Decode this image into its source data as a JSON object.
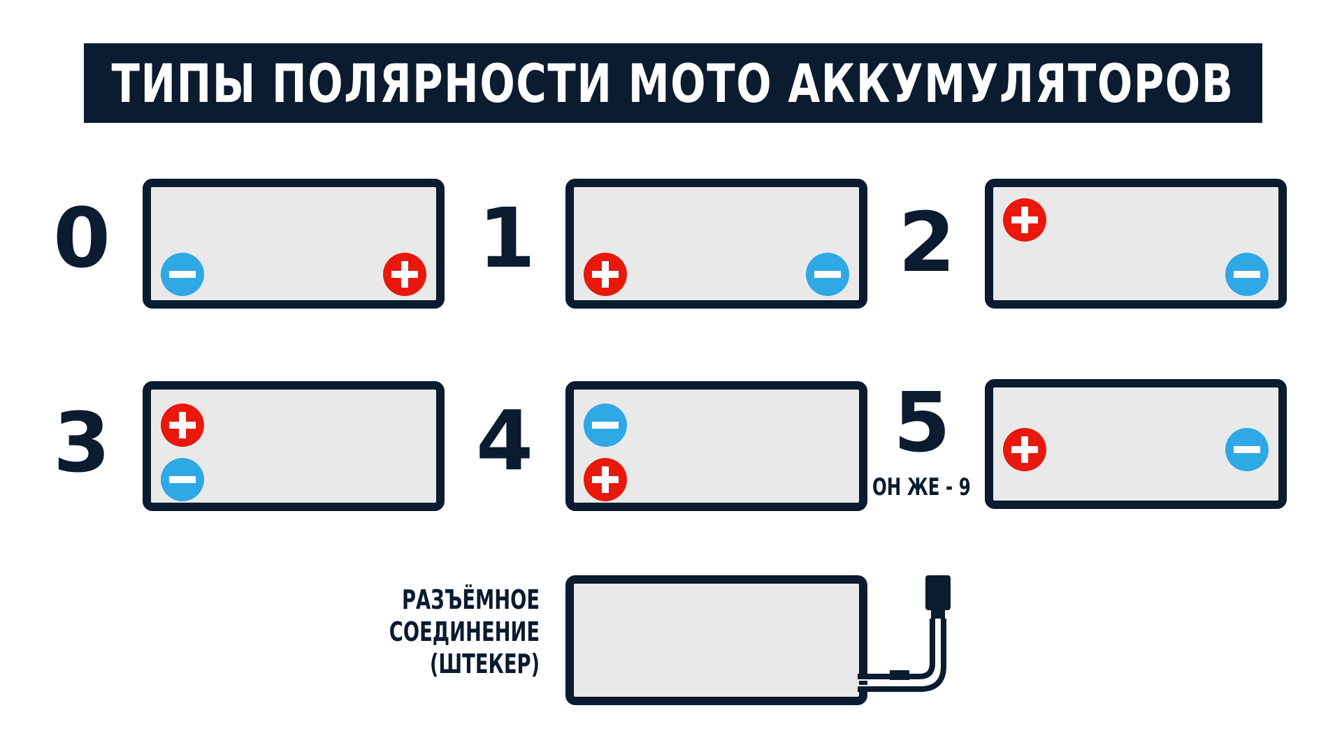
{
  "title": "ТИПЫ ПОЛЯРНОСТИ МОТО АККУМУЛЯТОРОВ",
  "colors": {
    "navy": "#0b1b30",
    "box_fill": "#e9e9e9",
    "positive_red": "#e8180c",
    "negative_blue": "#2fa8e6"
  },
  "polarities": [
    {
      "number": "0",
      "terminals": [
        {
          "sign": "minus",
          "position": "bottom-left"
        },
        {
          "sign": "plus",
          "position": "bottom-right"
        }
      ]
    },
    {
      "number": "1",
      "terminals": [
        {
          "sign": "plus",
          "position": "bottom-left"
        },
        {
          "sign": "minus",
          "position": "bottom-right"
        }
      ]
    },
    {
      "number": "2",
      "terminals": [
        {
          "sign": "plus",
          "position": "top-left"
        },
        {
          "sign": "minus",
          "position": "bottom-right"
        }
      ]
    },
    {
      "number": "3",
      "terminals": [
        {
          "sign": "plus",
          "position": "top-left"
        },
        {
          "sign": "minus",
          "position": "bottom-left"
        }
      ]
    },
    {
      "number": "4",
      "terminals": [
        {
          "sign": "minus",
          "position": "top-left"
        },
        {
          "sign": "plus",
          "position": "bottom-left"
        }
      ]
    },
    {
      "number": "5",
      "note": "ОН ЖЕ - 9",
      "terminals": [
        {
          "sign": "plus",
          "position": "middle-left"
        },
        {
          "sign": "minus",
          "position": "middle-right"
        }
      ]
    }
  ],
  "connector": {
    "label_lines": [
      "РАЗЪЁМНОЕ",
      "СОЕДИНЕНИЕ",
      "(ШТЕКЕР)"
    ]
  }
}
